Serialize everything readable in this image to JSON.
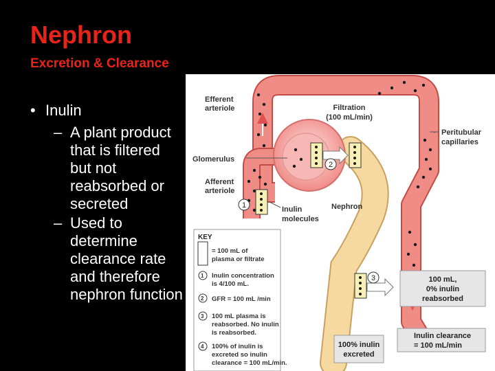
{
  "slide": {
    "title": "Nephron",
    "subtitle": "Excretion & Clearance"
  },
  "bullets": {
    "main": "Inulin",
    "sub": [
      "A plant product that is filtered but not reabsorbed or secreted",
      "Used to determine clearance rate and therefore nephron function"
    ]
  },
  "diagram": {
    "labels": {
      "efferent": [
        "Efferent",
        "arteriole"
      ],
      "filtration": [
        "Filtration",
        "(100 mL/min)"
      ],
      "peritubular": [
        "Peritubular",
        "capillaries"
      ],
      "glomerulus": "Glomerulus",
      "afferent": [
        "Afferent",
        "arteriole"
      ],
      "inulin": [
        "Inulin",
        "molecules"
      ],
      "nephron": "Nephron",
      "reabsorbed": [
        "100 mL,",
        "0% inulin",
        "reabsorbed"
      ],
      "excreted": [
        "100% inulin",
        "excreted"
      ],
      "clearance": [
        "Inulin clearance",
        "= 100 mL/min"
      ]
    },
    "step_numbers": [
      "1",
      "2",
      "3",
      "4"
    ],
    "key": {
      "heading": "KEY",
      "box_note": [
        "= 100 mL of",
        "plasma or filtrate"
      ],
      "items": [
        {
          "num": "1",
          "lines": [
            "Inulin concentration",
            "is 4/100 mL."
          ]
        },
        {
          "num": "2",
          "lines": [
            "GFR = 100 mL /min"
          ]
        },
        {
          "num": "3",
          "lines": [
            "100 mL plasma is",
            "reabsorbed. No inulin",
            "is reabsorbed."
          ]
        },
        {
          "num": "4",
          "lines": [
            "100% of inulin is",
            "excreted so inulin",
            "clearance = 100 mL/min."
          ]
        }
      ]
    },
    "colors": {
      "vessel": "#f08c86",
      "vessel_edge": "#c44a45",
      "tubule": "#f5d9a0",
      "tubule_edge": "#c9a060",
      "capsule": "#f7b8b5",
      "sample_box": "#f7efb4",
      "title_red": "#e8241a"
    }
  }
}
